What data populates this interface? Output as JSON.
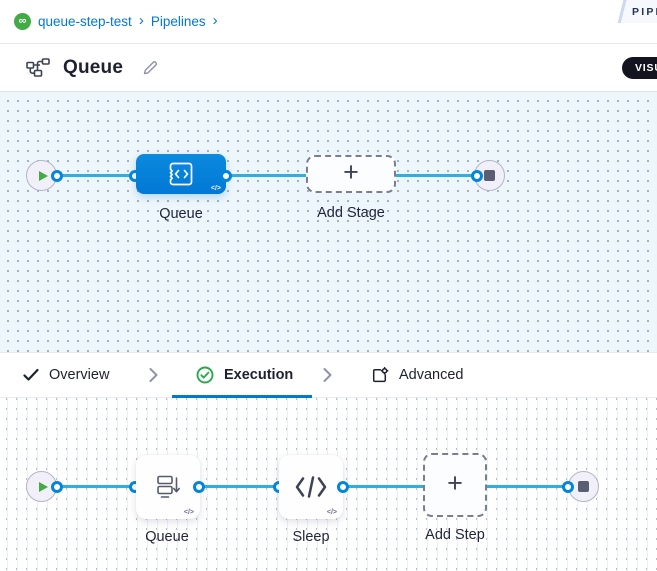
{
  "breadcrumb": {
    "project": "queue-step-test",
    "section": "Pipelines"
  },
  "ribbon": {
    "label": "PIPE"
  },
  "header": {
    "title": "Queue",
    "view_toggle_label": "VISU"
  },
  "tabs": {
    "overview": "Overview",
    "execution": "Execution",
    "advanced": "Advanced"
  },
  "stage_graph": {
    "stage_label": "Queue",
    "add_stage_label": "Add Stage"
  },
  "execution_graph": {
    "step_queue_label": "Queue",
    "step_sleep_label": "Sleep",
    "add_step_label": "Add Step"
  },
  "icons": {
    "code_badge": "</>",
    "plus": "+",
    "link_glyph": "∞",
    "separator": "›"
  },
  "colors": {
    "accent_blue": "#0278d5",
    "connector_blue": "#2bb0e6",
    "success_green": "#42ab45",
    "canvas_tint": "#edf6fb",
    "toggle_dark": "#12141f"
  }
}
